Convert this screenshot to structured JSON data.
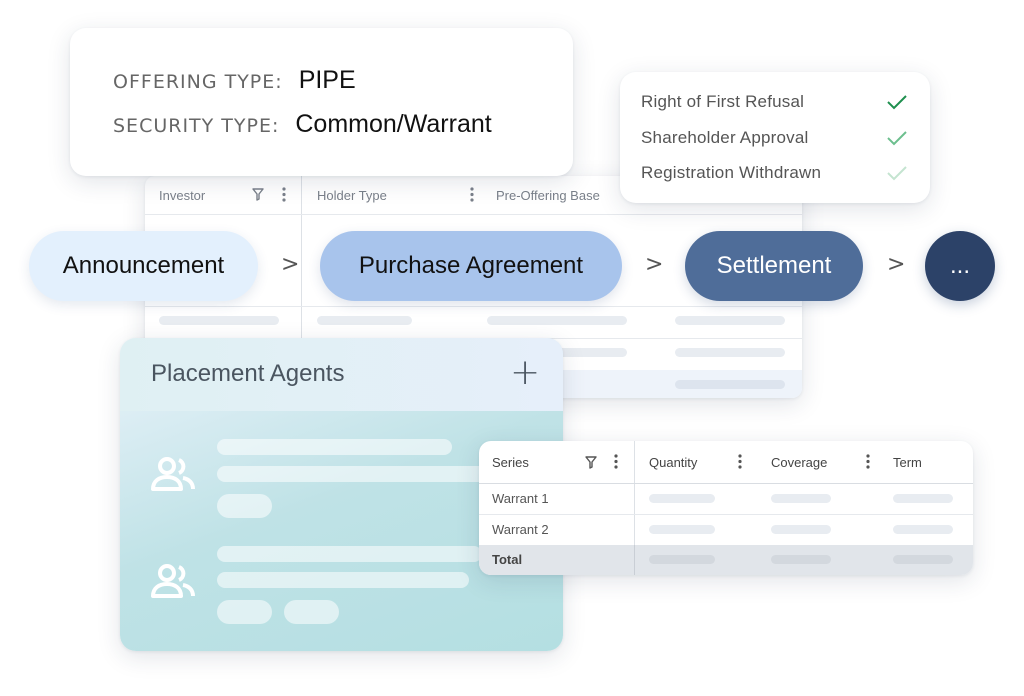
{
  "offering": {
    "offering_type_label": "OFFERING TYPE:",
    "offering_type_value": "PIPE",
    "security_type_label": "SECURITY TYPE:",
    "security_type_value": "Common/Warrant"
  },
  "checklist": {
    "items": [
      {
        "label": "Right of First Refusal",
        "check_color": "#1e8f4e"
      },
      {
        "label": "Shareholder Approval",
        "check_color": "#6cbf8e"
      },
      {
        "label": "Registration Withdrawn",
        "check_color": "#c4e4d0"
      }
    ]
  },
  "investor_table": {
    "columns": [
      "Investor",
      "Holder Type",
      "Pre-Offering Base"
    ]
  },
  "pipeline": {
    "stages": [
      {
        "label": "Announcement",
        "bg": "#e3f0fd",
        "fg": "#111111"
      },
      {
        "label": "Purchase Agreement",
        "bg": "#a8c4ec",
        "fg": "#111111"
      },
      {
        "label": "Settlement",
        "bg": "#4f6d99",
        "fg": "#ffffff"
      },
      {
        "label": "...",
        "bg": "#2c4268",
        "fg": "#ffffff"
      }
    ],
    "separator": ">"
  },
  "agents": {
    "title": "Placement Agents",
    "add_symbol": "+"
  },
  "series_table": {
    "columns": [
      "Series",
      "Quantity",
      "Coverage",
      "Term"
    ],
    "rows": [
      "Warrant 1",
      "Warrant 2"
    ],
    "total_label": "Total"
  }
}
